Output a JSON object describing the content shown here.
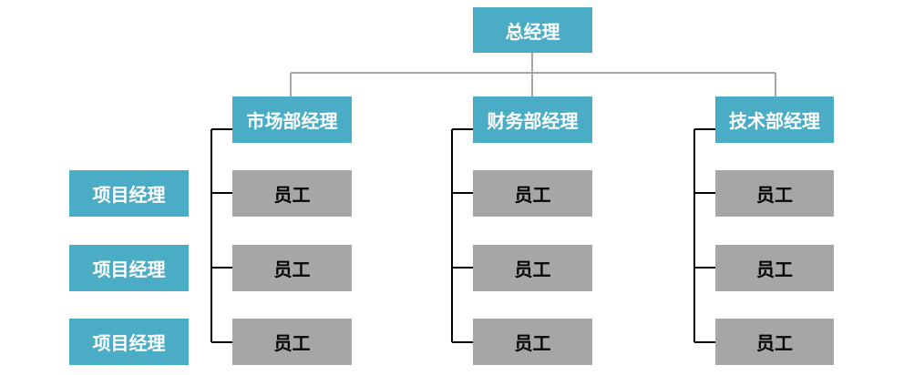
{
  "colors": {
    "manager_fill": "#4bacc6",
    "manager_text": "#ffffff",
    "staff_fill": "#a6a6a6",
    "staff_text": "#000000",
    "top_connector": "#a6a6a6",
    "branch_connector": "#000000"
  },
  "top": {
    "label": "总经理"
  },
  "departments": [
    {
      "label": "市场部经理",
      "staff": [
        "员工",
        "员工",
        "员工"
      ]
    },
    {
      "label": "财务部经理",
      "staff": [
        "员工",
        "员工",
        "员工"
      ]
    },
    {
      "label": "技术部经理",
      "staff": [
        "员工",
        "员工",
        "员工"
      ]
    }
  ],
  "project_managers": [
    "项目经理",
    "项目经理",
    "项目经理"
  ]
}
